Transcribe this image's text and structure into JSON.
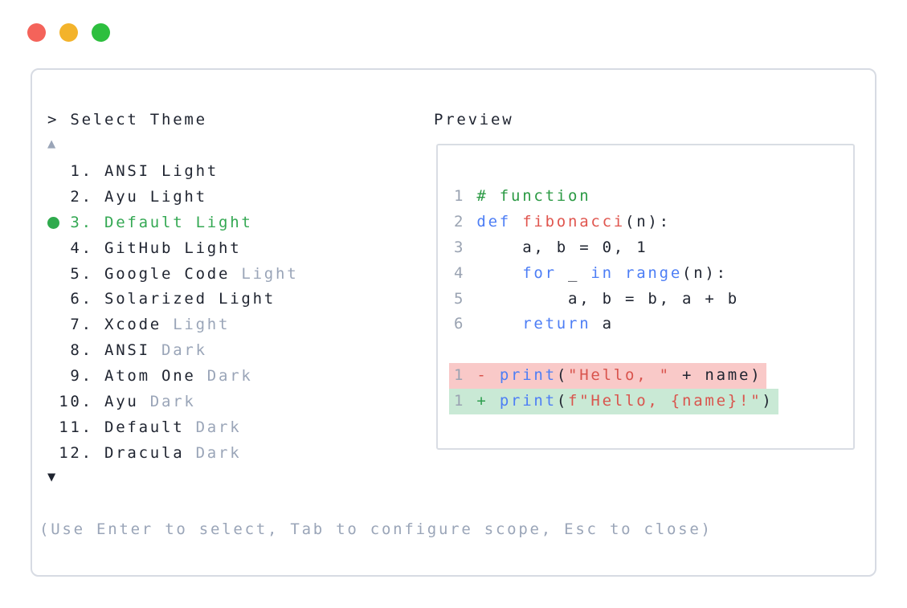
{
  "window": {
    "background": "#ffffff",
    "traffic_lights": [
      {
        "name": "close",
        "color": "#f4635a"
      },
      {
        "name": "minimize",
        "color": "#f3b32b"
      },
      {
        "name": "zoom",
        "color": "#2dbf3e"
      }
    ]
  },
  "selector": {
    "prompt": "> Select Theme",
    "scroll_up_glyph": "▲",
    "scroll_down_glyph": "▼",
    "items": [
      {
        "number": "1",
        "label": "ANSI Light",
        "selected": false,
        "muted": ""
      },
      {
        "number": "2",
        "label": "Ayu Light",
        "selected": false,
        "muted": ""
      },
      {
        "number": "3",
        "label": "Default Light",
        "selected": true,
        "muted": ""
      },
      {
        "number": "4",
        "label": "GitHub Light",
        "selected": false,
        "muted": ""
      },
      {
        "number": "5",
        "label": "Google Code",
        "selected": false,
        "muted": "Light"
      },
      {
        "number": "6",
        "label": "Solarized Light",
        "selected": false,
        "muted": ""
      },
      {
        "number": "7",
        "label": "Xcode",
        "selected": false,
        "muted": "Light"
      },
      {
        "number": "8",
        "label": "ANSI",
        "selected": false,
        "muted": "Dark"
      },
      {
        "number": "9",
        "label": "Atom One",
        "selected": false,
        "muted": "Dark"
      },
      {
        "number": "10",
        "label": "Ayu",
        "selected": false,
        "muted": "Dark"
      },
      {
        "number": "11",
        "label": "Default",
        "selected": false,
        "muted": "Dark"
      },
      {
        "number": "12",
        "label": "Dracula",
        "selected": false,
        "muted": "Dark"
      }
    ],
    "hint": "(Use Enter to select, Tab to configure scope, Esc to close)"
  },
  "preview": {
    "label": "Preview",
    "code_lines": [
      {
        "line_number": "1",
        "tokens": [
          {
            "text": "# function",
            "style": "comment"
          }
        ]
      },
      {
        "line_number": "2",
        "tokens": [
          {
            "text": "def ",
            "style": "keyword"
          },
          {
            "text": "fibonacci",
            "style": "function"
          },
          {
            "text": "(n):",
            "style": "plain"
          }
        ]
      },
      {
        "line_number": "3",
        "tokens": [
          {
            "text": "    a, b = 0, 1",
            "style": "plain"
          }
        ]
      },
      {
        "line_number": "4",
        "tokens": [
          {
            "text": "    ",
            "style": "plain"
          },
          {
            "text": "for",
            "style": "keyword"
          },
          {
            "text": " _ ",
            "style": "plain"
          },
          {
            "text": "in",
            "style": "keyword"
          },
          {
            "text": " ",
            "style": "plain"
          },
          {
            "text": "range",
            "style": "keyword"
          },
          {
            "text": "(n):",
            "style": "plain"
          }
        ]
      },
      {
        "line_number": "5",
        "tokens": [
          {
            "text": "        a, b = b, a + b",
            "style": "plain"
          }
        ]
      },
      {
        "line_number": "6",
        "tokens": [
          {
            "text": "    ",
            "style": "plain"
          },
          {
            "text": "return",
            "style": "keyword"
          },
          {
            "text": " a",
            "style": "plain"
          }
        ]
      }
    ],
    "diff_lines": [
      {
        "line_number": "1",
        "type": "removed",
        "sign": "-",
        "tokens": [
          {
            "text": "print",
            "style": "keyword"
          },
          {
            "text": "(",
            "style": "plain"
          },
          {
            "text": "\"Hello, \"",
            "style": "string"
          },
          {
            "text": " + name)",
            "style": "plain"
          }
        ]
      },
      {
        "line_number": "1",
        "type": "added",
        "sign": "+",
        "tokens": [
          {
            "text": "print",
            "style": "keyword"
          },
          {
            "text": "(",
            "style": "plain"
          },
          {
            "text": "f\"Hello, {name}!\"",
            "style": "string"
          },
          {
            "text": ")",
            "style": "plain"
          }
        ]
      }
    ]
  },
  "colors": {
    "text_dark": "#1f2430",
    "muted_gray": "#9aa5b8",
    "selected_green": "#34a853",
    "bullet_green": "#2faa4d",
    "keyword_blue": "#4d7ef5",
    "function_red": "#e0564f",
    "string_red": "#d9544d",
    "comment_green": "#2b9a44",
    "line_number_gray": "#9aa3b2",
    "diff_removed_bg": "#f9c9c8",
    "diff_added_bg": "#c9e9d5",
    "diff_removed_sign": "#d9544d",
    "diff_added_sign": "#2f9e4f",
    "panel_border": "#d7dbe3",
    "preview_border": "#d9dde4"
  }
}
